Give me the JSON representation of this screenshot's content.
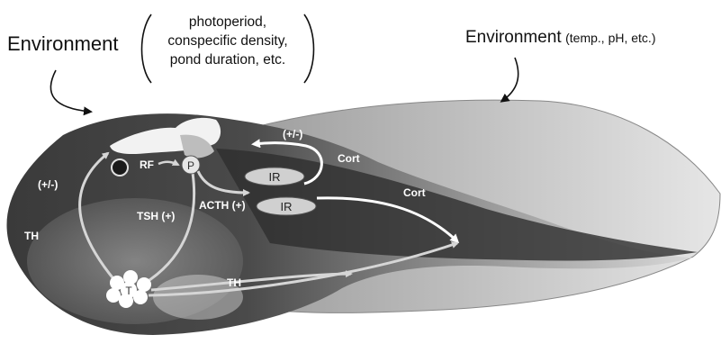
{
  "environment_left": {
    "label": "Environment",
    "factors": [
      "photoperiod,",
      "conspecific density,",
      "pond duration, etc."
    ]
  },
  "environment_right": {
    "label": "Environment",
    "qualifier": "(temp., pH, etc.)"
  },
  "structures": {
    "rf": "RF",
    "pituitary": "P",
    "thyroid": "T",
    "interrenal_upper": "IR",
    "interrenal_lower": "IR"
  },
  "signals": {
    "feedback_left": "(+/-)",
    "feedback_right": "(+/-)",
    "th_left": "TH",
    "th_bottom": "TH",
    "tsh": "TSH (+)",
    "acth": "ACTH (+)",
    "cort_upper": "Cort",
    "cort_lower": "Cort"
  },
  "colors": {
    "arrow_light": "#d6d6d6",
    "arrow_white": "#ffffff",
    "text_dark": "#111111"
  }
}
